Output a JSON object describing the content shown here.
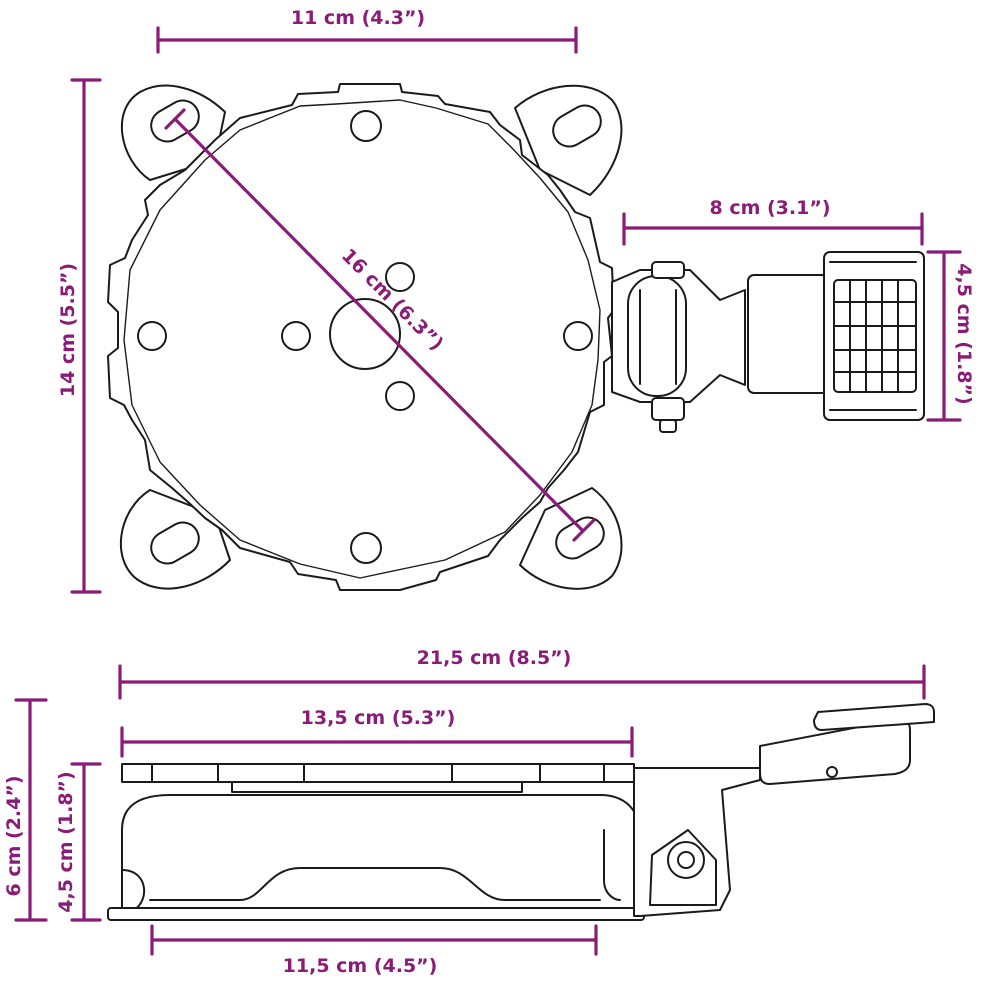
{
  "dimensions": {
    "top_width": "11 cm (4.3”)",
    "top_height": "14 cm (5.5”)",
    "diagonal": "16 cm (6.3”)",
    "pedal_length": "8 cm (3.1”)",
    "pedal_width": "4,5 cm (1.8”)",
    "total_length": "21,5 cm (8.5”)",
    "plate_length": "13,5 cm (5.3”)",
    "total_height": "6 cm (2.4”)",
    "base_height": "4,5 cm (1.8”)",
    "base_length": "11,5 cm (4.5”)"
  },
  "colors": {
    "dimension": "#8a1c78",
    "outline": "#1b1b1b"
  }
}
